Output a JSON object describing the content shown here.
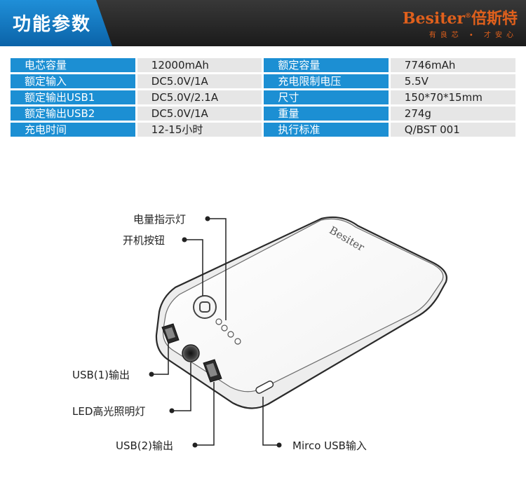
{
  "header": {
    "title": "功能参数",
    "brand": "Besiter",
    "brand_cn": "倍斯特",
    "brand_reg": "®",
    "slogan": "有良芯 • 才安心"
  },
  "specs": [
    {
      "left_label": "电芯容量",
      "left_value": "12000mAh",
      "right_label": "额定容量",
      "right_value": "7746mAh"
    },
    {
      "left_label": "额定输入",
      "left_value": "DC5.0V/1A",
      "right_label": "充电限制电压",
      "right_value": "5.5V"
    },
    {
      "left_label": "额定输出USB1",
      "left_value": "DC5.0V/2.1A",
      "right_label": "尺寸",
      "right_value": "150*70*15mm"
    },
    {
      "left_label": "额定输出USB2",
      "left_value": "DC5.0V/1A",
      "right_label": "重量",
      "right_value": "274g"
    },
    {
      "left_label": "充电时间",
      "left_value": "12-15小时",
      "right_label": "执行标准",
      "right_value": "Q/BST 001"
    }
  ],
  "device": {
    "logo": "Besiter"
  },
  "callouts": {
    "indicator": "电量指示灯",
    "power_button": "开机按钮",
    "usb1": "USB(1)输出",
    "led": "LED高光照明灯",
    "usb2": "USB(2)输出",
    "micro_usb": "Mirco USB输入"
  },
  "colors": {
    "accent_blue": "#1c8fd3",
    "brand_orange": "#e0601c",
    "header_dark": "#222222"
  }
}
